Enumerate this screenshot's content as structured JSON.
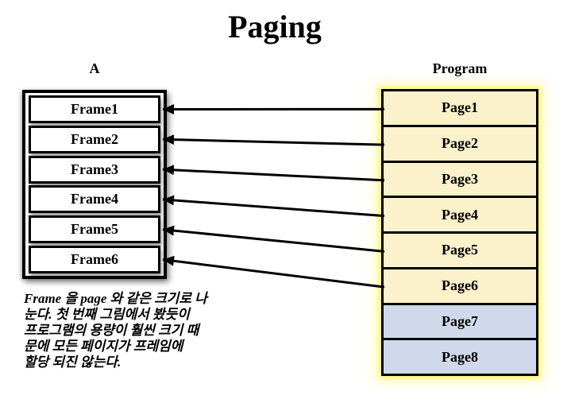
{
  "title": "Paging",
  "frames_panel": {
    "header": "A",
    "frames": [
      "Frame1",
      "Frame2",
      "Frame3",
      "Frame4",
      "Frame5",
      "Frame6"
    ]
  },
  "pages_panel": {
    "header": "Program",
    "pages": [
      {
        "label": "Page1",
        "status": "mapped"
      },
      {
        "label": "Page2",
        "status": "mapped"
      },
      {
        "label": "Page3",
        "status": "mapped"
      },
      {
        "label": "Page4",
        "status": "mapped"
      },
      {
        "label": "Page5",
        "status": "mapped"
      },
      {
        "label": "Page6",
        "status": "mapped"
      },
      {
        "label": "Page7",
        "status": "unmapped"
      },
      {
        "label": "Page8",
        "status": "unmapped"
      }
    ]
  },
  "arrows": [
    {
      "from": "page-1",
      "to": "frame-1"
    },
    {
      "from": "page-2",
      "to": "frame-2"
    },
    {
      "from": "page-3",
      "to": "frame-3"
    },
    {
      "from": "page-4",
      "to": "frame-4"
    },
    {
      "from": "page-5",
      "to": "frame-5"
    },
    {
      "from": "page-6",
      "to": "frame-6"
    }
  ],
  "note": {
    "lines": [
      "Frame 을 page 와 같은 크기로 나",
      "눈다. 첫 번째 그림에서 봤듯이",
      "프로그램의 용량이 훨씬 크기 때",
      "문에 모든 페이지가 프레임에",
      "할당 되진 않는다."
    ]
  },
  "colors": {
    "page_mapped_bg": "#FBF1CB",
    "page_unmapped_bg": "#CFD9EB",
    "frame_bg": "#FFFFFF",
    "border": "#000000",
    "arrow": "#000000",
    "glow": "#FFF678"
  }
}
